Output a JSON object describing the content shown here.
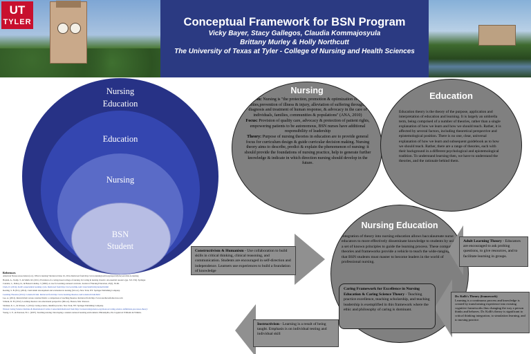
{
  "header": {
    "logo_ut": "UT",
    "logo_tyler": "TYLER",
    "title": "Conceptual Framework for BSN Program",
    "authors_line1": "Vicky Bayer, Stacy Gallegos, Claudia Kommajosyula",
    "authors_line2": "Brittany Murley & Holly Northcutt",
    "affiliation": "The University of Texas at Tyler - College of Nursing and Health Sciences"
  },
  "concentric": {
    "outer_label_1": "Nursing",
    "outer_label_2": "Education",
    "second_label": "Education",
    "third_label": "Nursing",
    "inner_label_1": "BSN",
    "inner_label_2": "Student"
  },
  "nursing": {
    "title": "Nursing",
    "def_label": "Definition:",
    "def_text": "Nursing is \"the protection, promotion & optimization of health & abilities,prevention of illness & injury, alleviation of suffering through the diagnosis and treatment of human response, & advocacy in the care of individuals, families, communities & populations\" (ANA, 2010)",
    "focus_label": "Focus:",
    "focus_text": "Provision of quality care, advocacy & protection of patient rights, empowering patients to be autonomous, BSN nurses have additional responsibility of leadership",
    "theory_label": "Theory:",
    "theory_text": "Purpose of nursing theories in education are to provide general focus for curriculum design & guide curricular decision making. Nursing theory aims to describe, predict & explain the phenomenon of nursing: it should provide the foundations of nursing practice, help to generate further knowledge & indicate in which direction nursing should develop in the future."
  },
  "education": {
    "title": "Education",
    "text": "Education theory is the theory of the purpose, application and interpretation of education and learning. It is largely an umbrella term, being comprised of a number of theories, rather than a single explanation of how we learn and how we should teach. Rather, it is affected by several factors, including theoretical perspective and epistemological position. There is no one, clear, universal explanation of how we learn and subsequent guidebook as to how we should teach. Rather, there are a range of theories, each with their background in a different psychological and epistemological tradition. To understand learning then, we have to understand the theories, and the rationale behind them."
  },
  "nursing_education": {
    "title": "Nursing Education",
    "text": "Integration of theory into nursing education allows baccalaureate nurse educators to more effectively disseminate knowledge to students by using a set of known principles to guide the learning process. These compatible theories and frameworks provide a vehicle to teach the wide-ranging skills that BSN students must master to become leaders in the world of professional nursing."
  },
  "caring": {
    "label": "Caring Framework for Excellence in Nursing Education & Caring Science Theory",
    "text": " - Teaching practice excellence, teaching scholarship, and teaching leadership is exemplified in this framework where the ethic and philosophy of caring is dominant."
  },
  "constructivism": {
    "label": "Constructivism & Humanism",
    "text": " - Use collaboration to build skills in critical thinking, clinical reasoning, and communication. Students are encouraged in self-direction and independence. Learners use experiences to build a foundation of knowledge"
  },
  "instructivism": {
    "label": "Instructivism",
    "text": " - Learning is a result of being taught. Emphasis is on individual testing and individual skill"
  },
  "adult_learning": {
    "label": "Adult Learning Theory",
    "text": " - Educators are encouraged to ask probing questions, to give resources, and to facilitate learning in groups."
  },
  "kolb": {
    "label": "Dr. Kolb's Theory (framework)",
    "text": "Learning is a continuous process and knowledge is created by transforming experience into existing cognitive frameworks thus changing the way a person thinks and behaves. Dr. Kolb's theory is significant to critical thinking integration, to simulation learning, and to nursing practice."
  },
  "references": {
    "heading": "References",
    "items": [
      "American Nurses Association (n.d.). What is nursing? Retrieved June 16, 2014, Retrieved from http://www.nursingworld.org/especiallyforyou/what-is-nursing",
      "Boykin, A., Touhy, T., & Smith, M. (2011). Evolution of a caring-based college of nursing. In Caring in nursing classics: An essential resource (pp. 521-532). Springer.",
      "Candela, L., Dalley, K., & Benzel-Lindley, J. (2006). A case for learning-centered curricula. Journal of Nursing Education, 45(2), 59-66.",
      "Clark, D. (2014). Kolb's experiential learning cycle. Retrieved from http://www.nwlink.com/~donclark/hrd/styles/kolb.html",
      "Keating, S. B. (Ed.). (2014). Curriculum development and evaluation in nursing (3rd ed.). New York, NY: Springer Publishing Company.",
      "Learning Theories (2014). Constructivism. Retrieved from http://www.learning-theories.com/constructivism.html",
      "Lee, A. (2012). Instructivism versus constructivism: a comparison of teaching theories. Retrieved from http://www.teachersoftomorrow.com",
      "Schunk, D. H. (2012). Learning theories: An educational perspective (6th ed.). Boston, MA: Pearson.",
      "Sitzman, K. L., & Watson, J. (2014). Caring science, mindful practice. New York, NY: Springer Publishing Company.",
      "Watson Caring Science Institute & International Caritas Consortium Retrieved from http://watsoncaringscience.org/about-us/caring-science-definitions-processes-theory/",
      "Young, L. E., & Paterson, B. L. (2007). Teaching nursing: Developing a student-centered learning environment. Philadelphia, PA: Lippincott Williams & Wilkins."
    ]
  }
}
